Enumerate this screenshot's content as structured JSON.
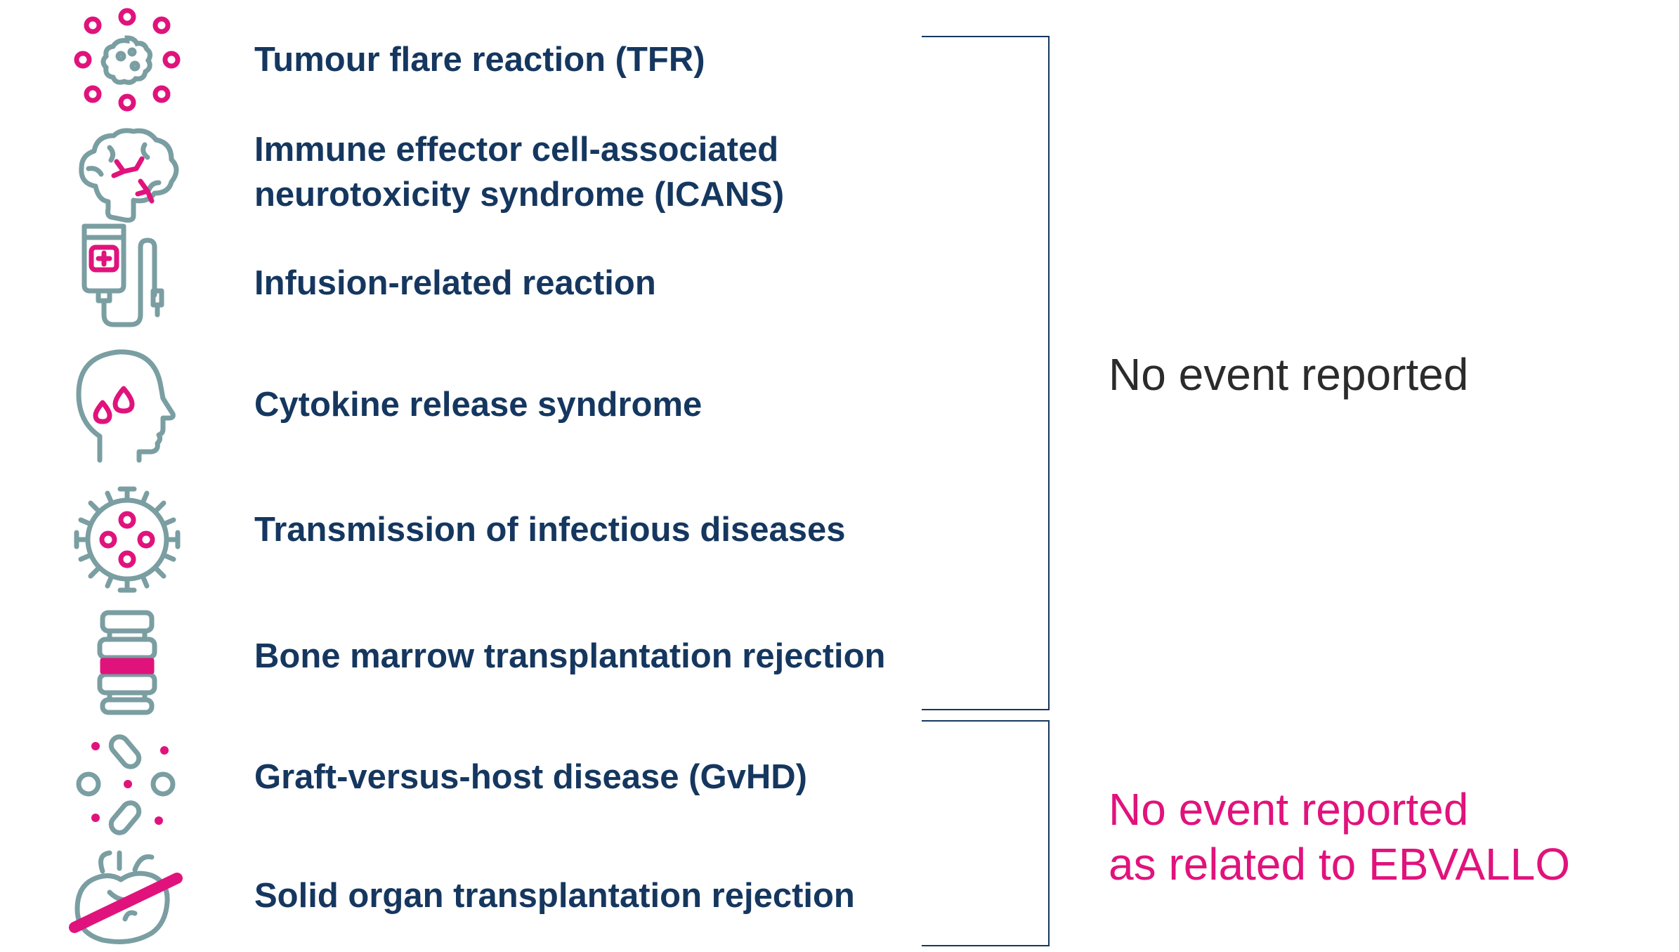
{
  "colors": {
    "label_text": "#15375f",
    "result_text_1": "#2b2b2b",
    "result_text_2": "#e0137c",
    "icon_gray": "#7a9ea1",
    "icon_pink": "#e0137c",
    "bracket": "#15375f"
  },
  "items": [
    {
      "icon": "cell-cluster-icon",
      "lines": [
        "Tumour flare reaction (TFR)"
      ]
    },
    {
      "icon": "brain-icon",
      "lines": [
        "Immune effector cell-associated",
        "neurotoxicity syndrome (ICANS)"
      ]
    },
    {
      "icon": "infusion-bag-icon",
      "lines": [
        "Infusion-related reaction"
      ]
    },
    {
      "icon": "head-profile-drops-icon",
      "lines": [
        "Cytokine release syndrome"
      ]
    },
    {
      "icon": "virus-icon",
      "lines": [
        "Transmission of infectious diseases"
      ]
    },
    {
      "icon": "spine-icon",
      "lines": [
        "Bone marrow transplantation rejection"
      ]
    },
    {
      "icon": "cells-dots-icon",
      "lines": [
        "Graft-versus-host disease (GvHD)"
      ]
    },
    {
      "icon": "crossed-heart-icon",
      "lines": [
        "Solid organ transplantation rejection"
      ]
    }
  ],
  "groups": [
    {
      "lines": [
        "No event reported"
      ],
      "color": "#2b2b2b"
    },
    {
      "lines": [
        "No event reported",
        "as related to EBVALLO"
      ],
      "color": "#e0137c"
    }
  ]
}
